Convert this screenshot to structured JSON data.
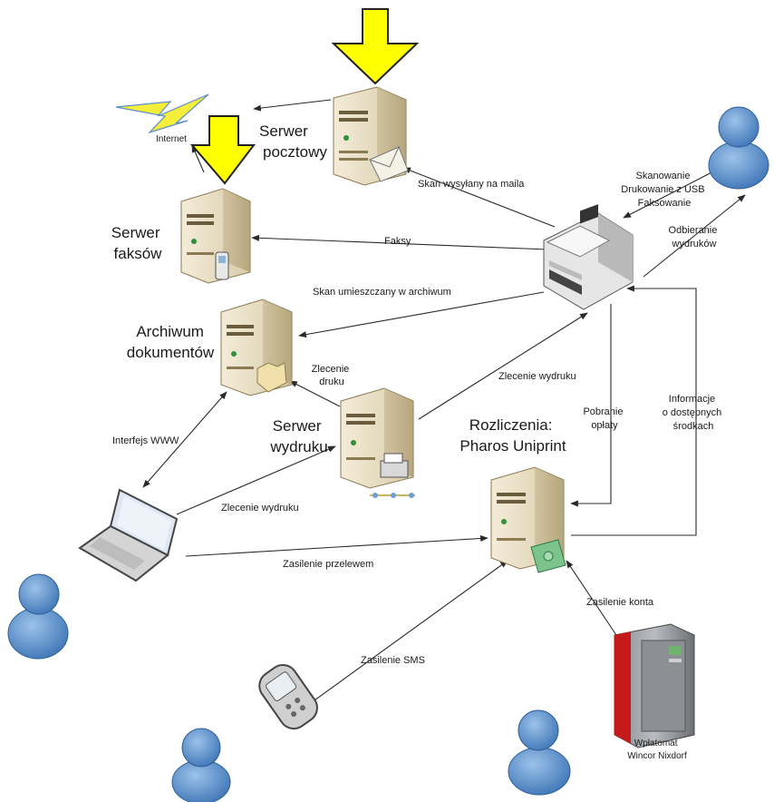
{
  "nodes": {
    "internet": "Internet",
    "mail_server": [
      "Serwer",
      "pocztowy"
    ],
    "fax_server": [
      "Serwer",
      "faksów"
    ],
    "archive": [
      "Archiwum",
      "dokumentów"
    ],
    "print_server": [
      "Serwer",
      "wydruku"
    ],
    "billing": [
      "Rozliczenia:",
      "Pharos Uniprint"
    ],
    "kiosk": [
      "Wpłatomat",
      "Wincor Nixdorf"
    ]
  },
  "edges": {
    "scan_mail": "Skan wysyłany na maila",
    "faks": "Faksy",
    "scan_archive": "Skan umieszczany w archiwum",
    "zlecenie_druku": [
      "Zlecenie",
      "druku"
    ],
    "zlecenie_wydruku_top": "Zlecenie wydruku",
    "interfejs": "Interfejs WWW",
    "zlecenie_wydruku_laptop": "Zlecenie wydruku",
    "pobranie": [
      "Pobranie",
      "opłaty"
    ],
    "informacje": [
      "Informacje",
      "o dostępnych",
      "środkach"
    ],
    "zasilenie_przelewem": "Zasilenie przelewem",
    "zasilenie_konta": "Zasilenie konta",
    "zasilenie_sms": "Zasilenie SMS",
    "skanowanie": [
      "Skanowanie",
      "Drukowanie z USB",
      "Faksowanie"
    ],
    "odbieranie": [
      "Odbieranie",
      "wydruków"
    ]
  },
  "colors": {
    "highlight_arrow": "#ffff00",
    "person": "#5b8fc9",
    "server_body": "#e9dfc6",
    "kiosk_red": "#c51a1a"
  }
}
